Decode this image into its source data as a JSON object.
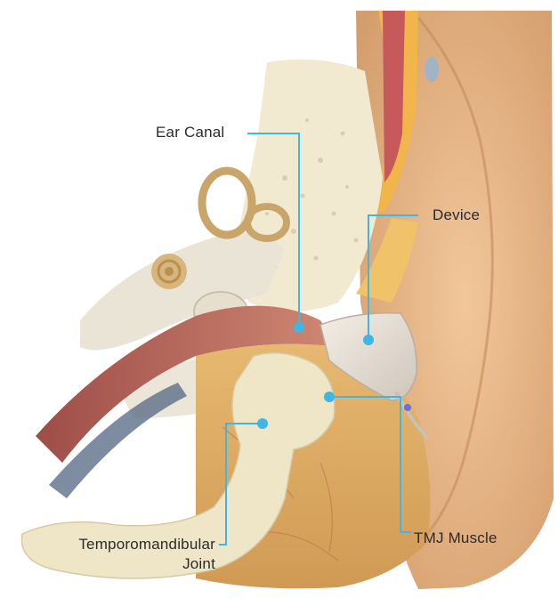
{
  "labels": {
    "ear_canal": "Ear Canal",
    "device": "Device",
    "tmj_muscle": "TMJ Muscle",
    "tmj_line1": "Temporomandibular",
    "tmj_line2": "Joint"
  },
  "colors": {
    "leader": "#3fb6e3",
    "skin": "#e7b487",
    "bone": "#f1ebd4",
    "canal": "#b86b5e",
    "muscle": "#dba966"
  }
}
